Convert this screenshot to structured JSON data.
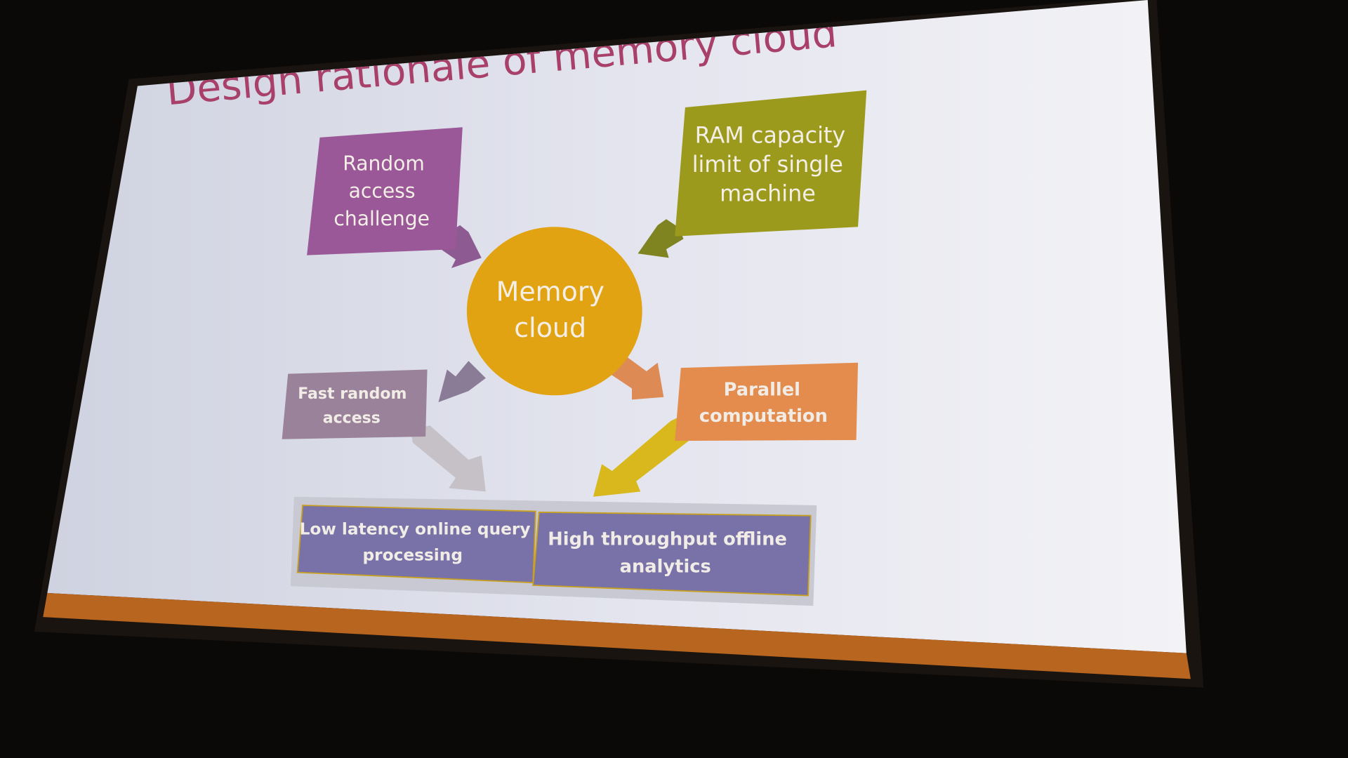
{
  "slide": {
    "title": "Design rationale of memory cloud",
    "center": {
      "lines": [
        "Memory",
        "cloud"
      ]
    },
    "inputs": [
      {
        "lines": [
          "Random",
          "access",
          "challenge"
        ]
      },
      {
        "lines": [
          "RAM capacity",
          "limit of single",
          "machine"
        ]
      }
    ],
    "features": [
      {
        "lines": [
          "Fast random",
          "access"
        ]
      },
      {
        "lines": [
          "Parallel",
          "computation"
        ]
      }
    ],
    "outcomes": [
      {
        "lines": [
          "Low latency online query",
          "processing"
        ]
      },
      {
        "lines": [
          "High throughput offline",
          "analytics"
        ]
      }
    ]
  },
  "colors": {
    "random_access": "#9a5898",
    "ram_capacity": "#9c9a1c",
    "memory_cloud": "#e2a312",
    "fast_random": "#9a829a",
    "parallel": "#e38c4e",
    "outcomes": "#7872a8",
    "title": "#a8406a",
    "screen_border": "#b8651f"
  }
}
